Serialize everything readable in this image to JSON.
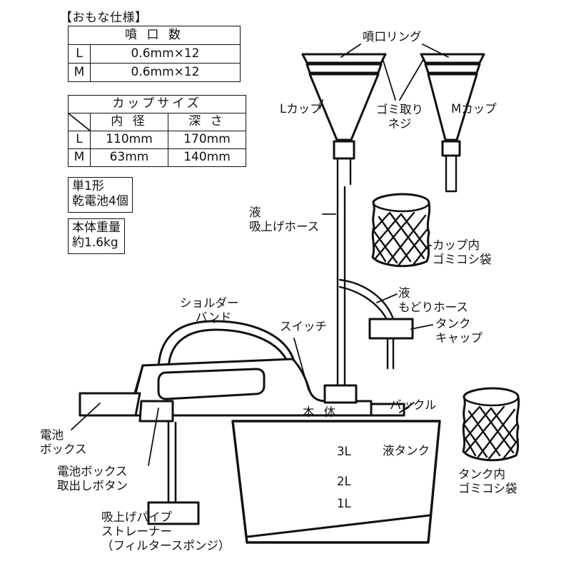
{
  "heading": "【おもな仕様】",
  "tables": [
    {
      "name": "nozzle-count-table",
      "header": "噴 口 数",
      "rows": [
        {
          "label": "L",
          "value": "0.6mm×12"
        },
        {
          "label": "M",
          "value": "0.6mm×12"
        }
      ]
    },
    {
      "name": "cup-size-table",
      "header": "カップサイズ",
      "columns": [
        "内 径",
        "深 さ"
      ],
      "rows": [
        {
          "label": "L",
          "inner": "110mm",
          "depth": "170mm"
        },
        {
          "label": "M",
          "inner": "63mm",
          "depth": "140mm"
        }
      ]
    }
  ],
  "notes": [
    {
      "name": "battery-note",
      "line1": "単1形",
      "line2": "乾電池4個"
    },
    {
      "name": "weight-note",
      "line1": "本体重量",
      "line2": "約1.6kg"
    }
  ],
  "callouts": {
    "nozzle_ring": "噴口リング",
    "l_cup": "Lカップ",
    "m_cup": "Mカップ",
    "trash_screw_l1": "ゴミ取り",
    "trash_screw_l2": "ネジ",
    "suction_hose_l1": "液",
    "suction_hose_l2": "吸上げホース",
    "cup_filter_bag_l1": "カップ内",
    "cup_filter_bag_l2": "ゴミコシ袋",
    "return_hose_l1": "液",
    "return_hose_l2": "もどりホース",
    "tank_cap_l1": "タンク",
    "tank_cap_l2": "キャップ",
    "shoulder_band_l1": "ショルダー",
    "shoulder_band_l2": "バンド",
    "switch": "スイッチ",
    "main_body": "本 体",
    "buckle": "バックル",
    "liquid_tank": "液タンク",
    "battery_box_l1": "電池",
    "battery_box_l2": "ボックス",
    "battery_eject_l1": "電池ボックス",
    "battery_eject_l2": "取出しボタン",
    "strainer_l1": "吸上げパイプ",
    "strainer_l2": "ストレーナー",
    "strainer_l3": "（フィルタースポンジ）",
    "tank_filter_bag_l1": "タンク内",
    "tank_filter_bag_l2": "ゴミコシ袋"
  },
  "tank_marks": [
    "3L",
    "2L",
    "1L"
  ],
  "colors": {
    "ink": "#111111",
    "paper": "#ffffff"
  }
}
